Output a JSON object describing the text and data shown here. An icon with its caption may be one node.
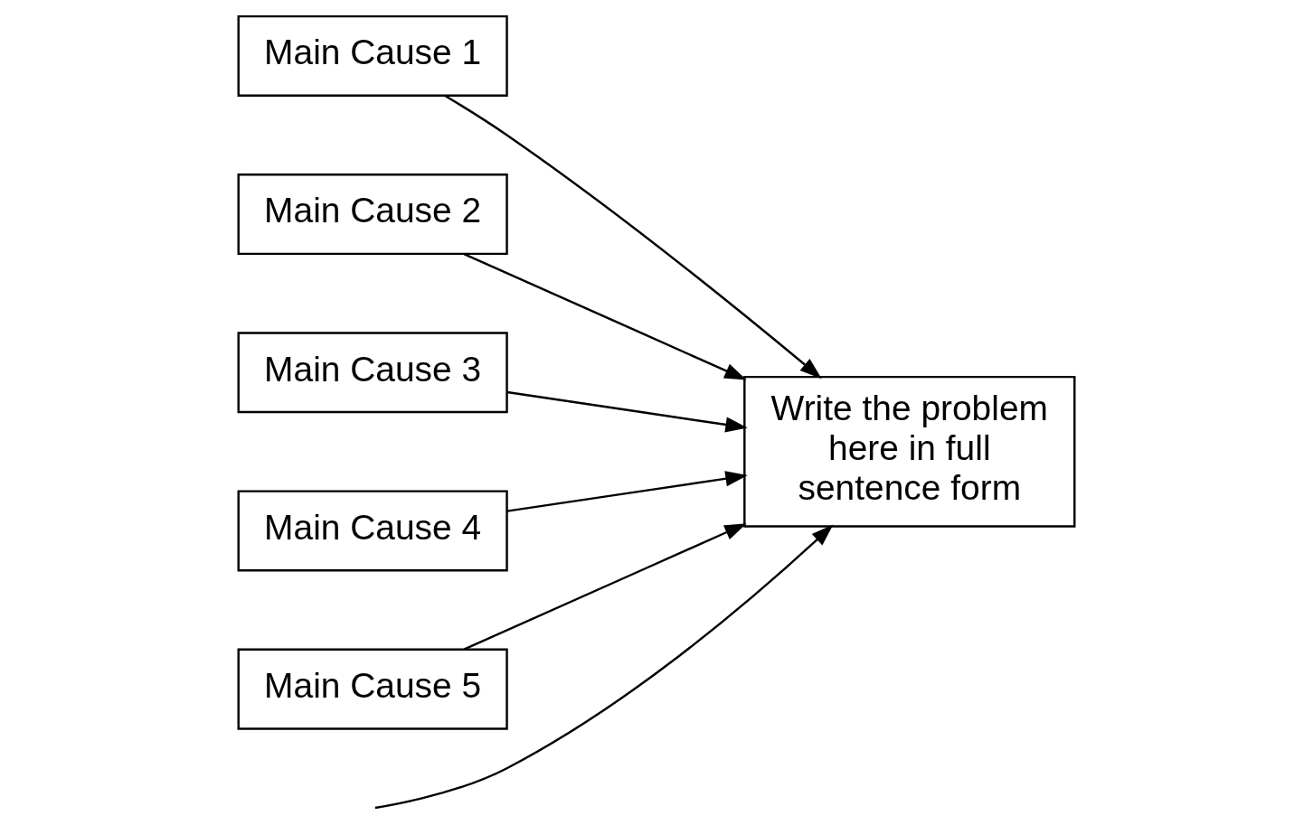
{
  "diagram": {
    "nodes": [
      {
        "text": [
          "Main Cause 1"
        ]
      },
      {
        "text": [
          "Main Cause 2"
        ]
      },
      {
        "text": [
          "Main Cause 3"
        ]
      },
      {
        "text": [
          "Main Cause 4"
        ]
      },
      {
        "text": [
          "Main Cause 5"
        ]
      },
      {
        "text": [
          "Write the problem here in full sentence form"
        ]
      }
    ],
    "edges": [
      {
        "from": null,
        "to": 5,
        "arrow": "to"
      },
      {
        "from": 0,
        "to": 5,
        "arrow": "to"
      },
      {
        "from": 1,
        "to": 5,
        "arrow": "to"
      },
      {
        "from": 2,
        "to": 5,
        "arrow": "to"
      },
      {
        "from": 3,
        "to": 5,
        "arrow": "to"
      },
      {
        "from": 4,
        "to": 5,
        "arrow": "to"
      }
    ]
  }
}
